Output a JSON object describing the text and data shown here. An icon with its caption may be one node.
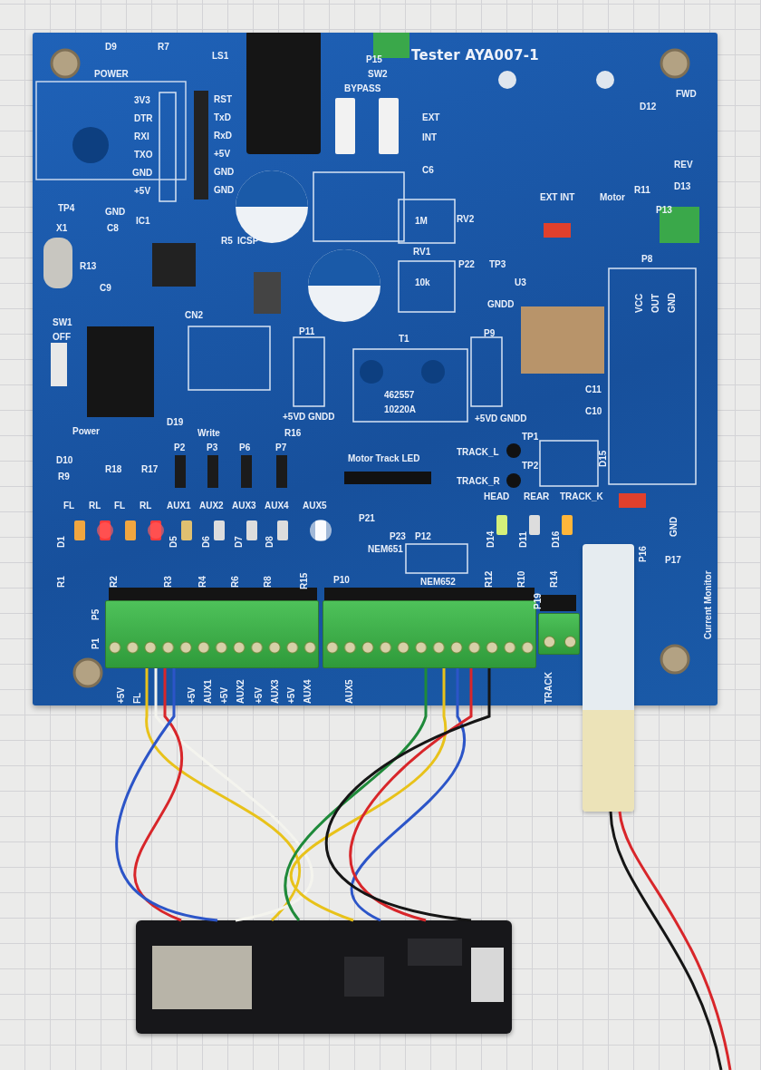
{
  "diagram": {
    "nodes": [
      {
        "text": [
          "Tester AYA007-1"
        ]
      },
      {
        "text": [],
        "shape": "box",
        "in": 0,
        "beside": [
          "P1"
        ]
      },
      {
        "text": [],
        "shape": "box",
        "in": 0,
        "beside": [
          "P10"
        ]
      },
      {
        "text": [],
        "shape": "box",
        "in": 0,
        "beside": [
          "P19"
        ]
      },
      {
        "text": [],
        "shape": "box",
        "beside": [
          "P16"
        ]
      },
      {
        "text": [],
        "shape": "picture"
      }
    ],
    "edges": [
      {
        "from": 1,
        "to": 5,
        "arrow": "none",
        "color": "#e8c21a"
      },
      {
        "from": 1,
        "to": 5,
        "arrow": "none",
        "color": "#f4f4ee"
      },
      {
        "from": 1,
        "to": 5,
        "arrow": "none",
        "color": "#d8262a"
      },
      {
        "from": 1,
        "to": 5,
        "arrow": "none",
        "color": "#2c55c8"
      },
      {
        "from": 2,
        "to": 5,
        "arrow": "none",
        "color": "#1f8a3a"
      },
      {
        "from": 2,
        "to": 5,
        "arrow": "none",
        "color": "#e8c21a"
      },
      {
        "from": 2,
        "to": 5,
        "arrow": "none",
        "color": "#2c55c8"
      },
      {
        "from": 2,
        "to": 5,
        "arrow": "none",
        "color": "#d8262a"
      },
      {
        "from": 2,
        "to": 5,
        "arrow": "none",
        "color": "#151515"
      },
      {
        "from": 4,
        "to": null,
        "arrow": "none",
        "color": "#d8262a"
      },
      {
        "from": 4,
        "to": null,
        "arrow": "none",
        "color": "#151515"
      }
    ],
    "labels": [
      "D9",
      "R7",
      "POWER",
      "LS1",
      "P15",
      "SW2",
      "BYPASS",
      "EXT",
      "INT",
      "3V3",
      "DTR",
      "RXI",
      "TXO",
      "GND",
      "+5V",
      "RST",
      "TxD",
      "RxD",
      "+5V",
      "GND",
      "GND",
      "TP4",
      "GND",
      "X1",
      "C8",
      "IC1",
      "R13",
      "R5",
      "ICSP",
      "C9",
      "C6",
      "1M",
      "RV2",
      "RV1",
      "10k",
      "P22",
      "TP3",
      "U3",
      "GNDD",
      "EXT INT",
      "Motor",
      "R11",
      "REV",
      "D13",
      "FWD",
      "D12",
      "P13",
      "P8",
      "VCC",
      "OUT",
      "GND",
      "SW1",
      "OFF",
      "CN2",
      "P11",
      "T1",
      "462557",
      "10220A",
      "P9",
      "+5VD GNDD",
      "+5VD GNDD",
      "C11",
      "C10",
      "Power",
      "D19",
      "Write",
      "R16",
      "D10",
      "R18",
      "R17",
      "R9",
      "P2",
      "P3",
      "P6",
      "P7",
      "Motor Track LED",
      "TP1",
      "TRACK_L",
      "TP2",
      "TRACK_R",
      "D15",
      "HEAD",
      "REAR",
      "TRACK_K",
      "FL",
      "RL",
      "FL",
      "RL",
      "AUX1",
      "AUX2",
      "AUX3",
      "AUX4",
      "AUX5",
      "P21",
      "P23",
      "P12",
      "NEM651",
      "NEM652",
      "D1",
      "D5",
      "D6",
      "D7",
      "D8",
      "R1",
      "R2",
      "R3",
      "R4",
      "R6",
      "R8",
      "R15",
      "D14",
      "D11",
      "D16",
      "R12",
      "R10",
      "R14",
      "P5",
      "P17",
      "GND",
      "Current Monitor",
      "+5V",
      "FL",
      "+5V",
      "AUX1",
      "+5V",
      "AUX2",
      "+5V",
      "AUX3",
      "+5V",
      "AUX4",
      "AUX5",
      "TRACK"
    ]
  }
}
